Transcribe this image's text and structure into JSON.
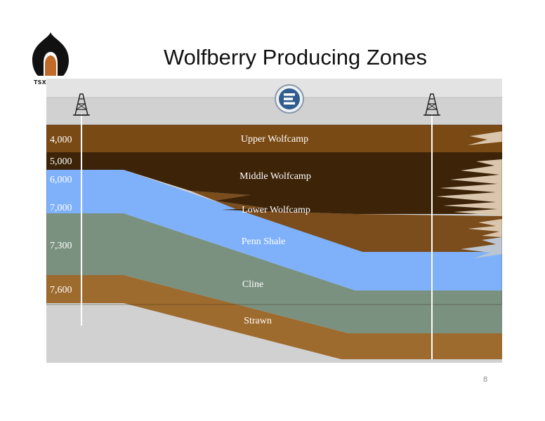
{
  "header": {
    "title": "Wolfberry Producing Zones",
    "ticker": "TSXV - BSP"
  },
  "depths": [
    "4,000",
    "5,000",
    "6,000",
    "7,000",
    "7,300",
    "7,600"
  ],
  "zones": {
    "upper_wolfcamp": "Upper Wolfcamp",
    "middle_wolfcamp": "Middle Wolfcamp",
    "lower_wolfcamp": "Lower Wolfcamp",
    "penn_shale": "Penn Shale",
    "cline": "Cline",
    "strawn": "Strawn"
  },
  "colors": {
    "upper_wolfcamp": "#7a4a14",
    "middle_wolfcamp": "#3d2408",
    "lower_wolfcamp": "#7b4c1c",
    "penn_shale": "#7fb1fb",
    "cline": "#7b9180",
    "strawn": "#9e6b2e",
    "background": "#d1d1d1"
  },
  "page_number": "8"
}
